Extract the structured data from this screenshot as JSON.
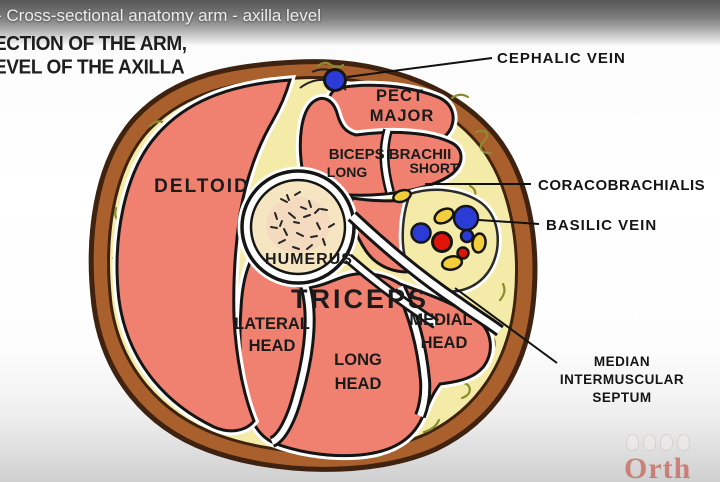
{
  "video_overlay": {
    "title": "- Cross-sectional anatomy arm - axilla level"
  },
  "heading": {
    "line1": "ECTION OF THE ARM,",
    "line2": "EVEL OF THE AXILLA"
  },
  "diagram": {
    "labels": {
      "deltoid": "DELTOID",
      "pect_major_line1": "PECT",
      "pect_major_line2": "MAJOR",
      "biceps_brachii": "BICEPS BRACHII",
      "biceps_long": "LONG",
      "biceps_short": "SHORT",
      "humerus": "HUMERUS",
      "triceps": "TRICEPS",
      "lateral_head_line1": "LATERAL",
      "lateral_head_line2": "HEAD",
      "long_head_line1": "LONG",
      "long_head_line2": "HEAD",
      "medial_head_line1": "MEDIAL",
      "medial_head_line2": "HEAD"
    },
    "callouts": {
      "cephalic_vein": "CEPHALIC VEIN",
      "coracobrachialis": "CORACOBRACHIALIS",
      "basilic_vein": "BASILIC VEIN",
      "septum_line1": "MEDIAN",
      "septum_line2": "INTERMUSCULAR",
      "septum_line3": "SEPTUM"
    },
    "colors": {
      "skin": "#A9602C",
      "outline": "#3F2310",
      "fat": "#F5EBA8",
      "fat_squiggle": "#8A8C2F",
      "muscle": "#F08170",
      "muscle_outline": "#151515",
      "fascia": "#FFFFFF",
      "bone": "#F5E6C1",
      "bone_center": "#F3D7BE",
      "vein_blue": "#2B3BD6",
      "artery_red": "#E01408",
      "nerve_yellow": "#F2CE3C",
      "label_text": "#1B1B1B",
      "overlay_text": "#EDEDED",
      "watermark_red": "#BE3C2E"
    }
  },
  "watermark": {
    "text": "Orth"
  }
}
